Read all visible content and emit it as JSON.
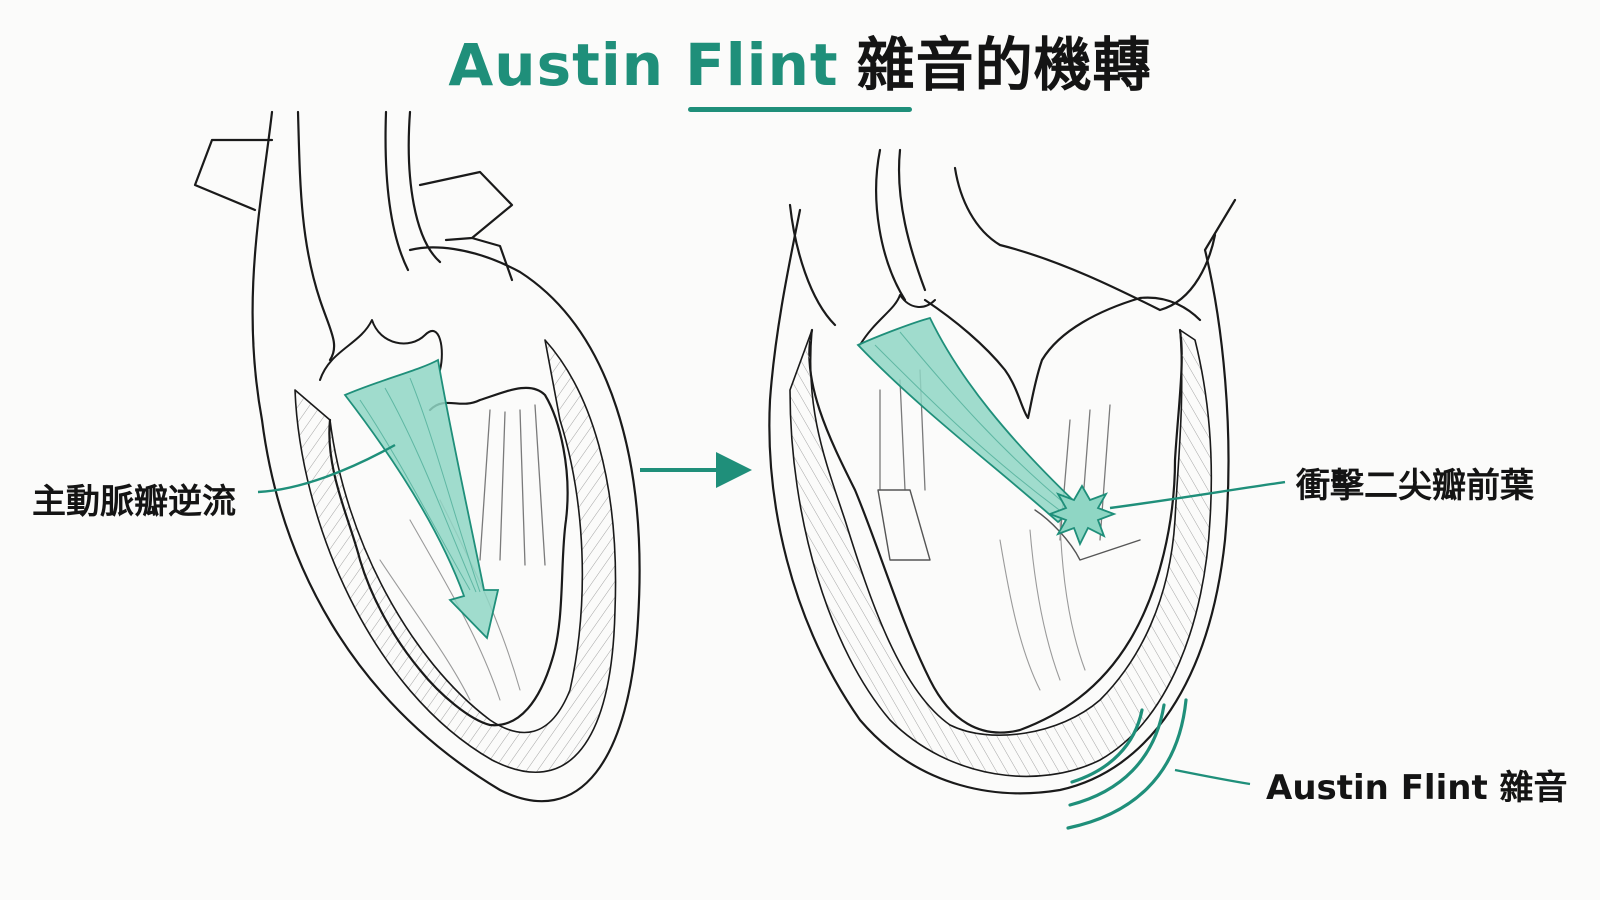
{
  "title": {
    "en": "Austin Flint",
    "zh": "雜音的機轉"
  },
  "labels": {
    "aortic_regurgitation": "主動脈瓣逆流",
    "impact_anterior_leaflet": "衝擊二尖瓣前葉",
    "austin_flint_murmur": "Austin Flint 雜音"
  },
  "colors": {
    "accent": "#1f8f7a",
    "jet_fill": "#8fd6c4",
    "outline": "#1a1a1a",
    "background": "#fbfbfa"
  },
  "icons": {
    "arrow": "right-arrow-icon",
    "impact": "impact-burst-icon",
    "sound": "sound-waves-icon"
  }
}
